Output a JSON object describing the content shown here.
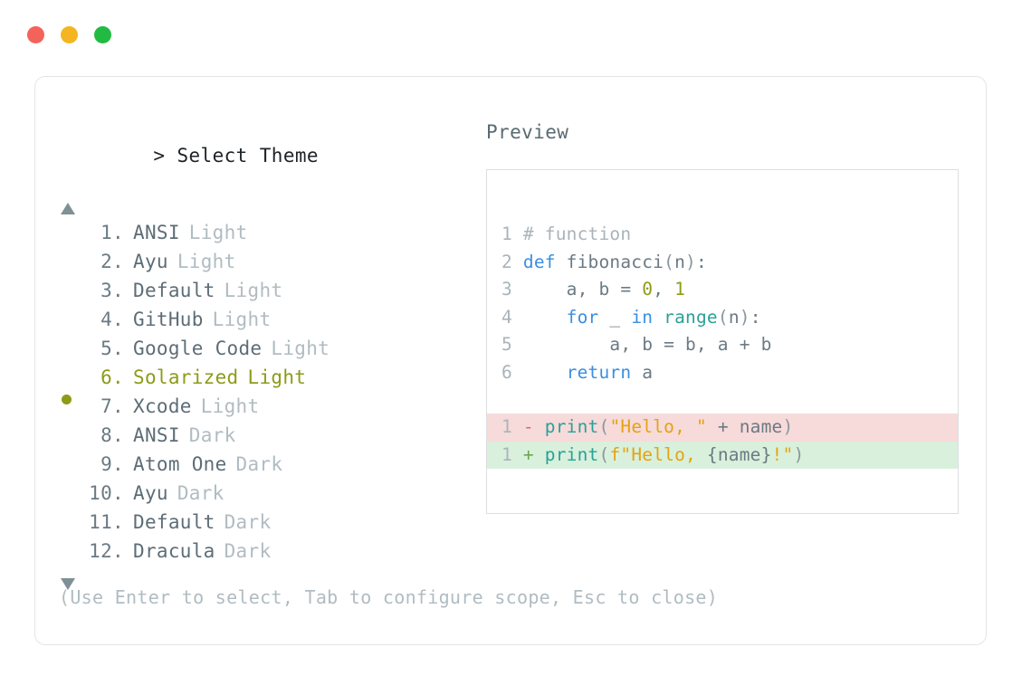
{
  "titlebar": {
    "close_label": "close",
    "minimize_label": "minimize",
    "maximize_label": "maximize",
    "colors": {
      "close": "#f4625c",
      "minimize": "#f5b520",
      "maximize": "#22bb42"
    }
  },
  "left_panel": {
    "prompt_caret": ">",
    "prompt_title": "Select Theme",
    "scroll_up_icon": "triangle-up",
    "scroll_down_icon": "triangle-down",
    "selected_index": 6,
    "selection_color": "#8d9b17",
    "items": [
      {
        "index": "1.",
        "name": "ANSI",
        "variant": "Light",
        "selected": false
      },
      {
        "index": "2.",
        "name": "Ayu",
        "variant": "Light",
        "selected": false
      },
      {
        "index": "3.",
        "name": "Default",
        "variant": "Light",
        "selected": false
      },
      {
        "index": "4.",
        "name": "GitHub",
        "variant": "Light",
        "selected": false
      },
      {
        "index": "5.",
        "name": "Google Code",
        "variant": "Light",
        "selected": false
      },
      {
        "index": "6.",
        "name": "Solarized",
        "variant": "Light",
        "selected": true
      },
      {
        "index": "7.",
        "name": "Xcode",
        "variant": "Light",
        "selected": false
      },
      {
        "index": "8.",
        "name": "ANSI",
        "variant": "Dark",
        "selected": false
      },
      {
        "index": "9.",
        "name": "Atom One",
        "variant": "Dark",
        "selected": false
      },
      {
        "index": "10.",
        "name": "Ayu",
        "variant": "Dark",
        "selected": false
      },
      {
        "index": "11.",
        "name": "Default",
        "variant": "Dark",
        "selected": false
      },
      {
        "index": "12.",
        "name": "Dracula",
        "variant": "Dark",
        "selected": false
      }
    ]
  },
  "right_panel": {
    "label": "Preview",
    "code": {
      "lines": [
        {
          "number": "1",
          "tokens": [
            {
              "text": "# function",
              "type": "comment"
            }
          ]
        },
        {
          "number": "2",
          "tokens": [
            {
              "text": "def",
              "type": "keyword"
            },
            {
              "text": " fibonacci",
              "type": "plain"
            },
            {
              "text": "(",
              "type": "punct"
            },
            {
              "text": "n",
              "type": "plain"
            },
            {
              "text": ")",
              "type": "punct"
            },
            {
              "text": ":",
              "type": "plain"
            }
          ]
        },
        {
          "number": "3",
          "tokens": [
            {
              "text": "    a, b = ",
              "type": "plain"
            },
            {
              "text": "0",
              "type": "number"
            },
            {
              "text": ", ",
              "type": "plain"
            },
            {
              "text": "1",
              "type": "number"
            }
          ]
        },
        {
          "number": "4",
          "tokens": [
            {
              "text": "    ",
              "type": "plain"
            },
            {
              "text": "for",
              "type": "keyword"
            },
            {
              "text": " _ ",
              "type": "plain"
            },
            {
              "text": "in",
              "type": "keyword"
            },
            {
              "text": " ",
              "type": "plain"
            },
            {
              "text": "range",
              "type": "builtin"
            },
            {
              "text": "(",
              "type": "punct"
            },
            {
              "text": "n",
              "type": "plain"
            },
            {
              "text": ")",
              "type": "punct"
            },
            {
              "text": ":",
              "type": "plain"
            }
          ]
        },
        {
          "number": "5",
          "tokens": [
            {
              "text": "        a, b = b, a + b",
              "type": "plain"
            }
          ]
        },
        {
          "number": "6",
          "tokens": [
            {
              "text": "    ",
              "type": "plain"
            },
            {
              "text": "return",
              "type": "keyword"
            },
            {
              "text": " a",
              "type": "plain"
            }
          ]
        }
      ],
      "diff": [
        {
          "number": "1",
          "marker": "-",
          "kind": "del",
          "tokens": [
            {
              "text": "print",
              "type": "func"
            },
            {
              "text": "(",
              "type": "punct"
            },
            {
              "text": "\"Hello, \"",
              "type": "string"
            },
            {
              "text": " + name",
              "type": "plain"
            },
            {
              "text": ")",
              "type": "punct"
            }
          ]
        },
        {
          "number": "1",
          "marker": "+",
          "kind": "add",
          "tokens": [
            {
              "text": "print",
              "type": "func"
            },
            {
              "text": "(",
              "type": "punct"
            },
            {
              "text": "f\"Hello, ",
              "type": "string"
            },
            {
              "text": "{name}",
              "type": "plain"
            },
            {
              "text": "!\"",
              "type": "string"
            },
            {
              "text": ")",
              "type": "punct"
            }
          ]
        }
      ]
    }
  },
  "footer": {
    "hint": "(Use Enter to select, Tab to configure scope, Esc to close)"
  }
}
